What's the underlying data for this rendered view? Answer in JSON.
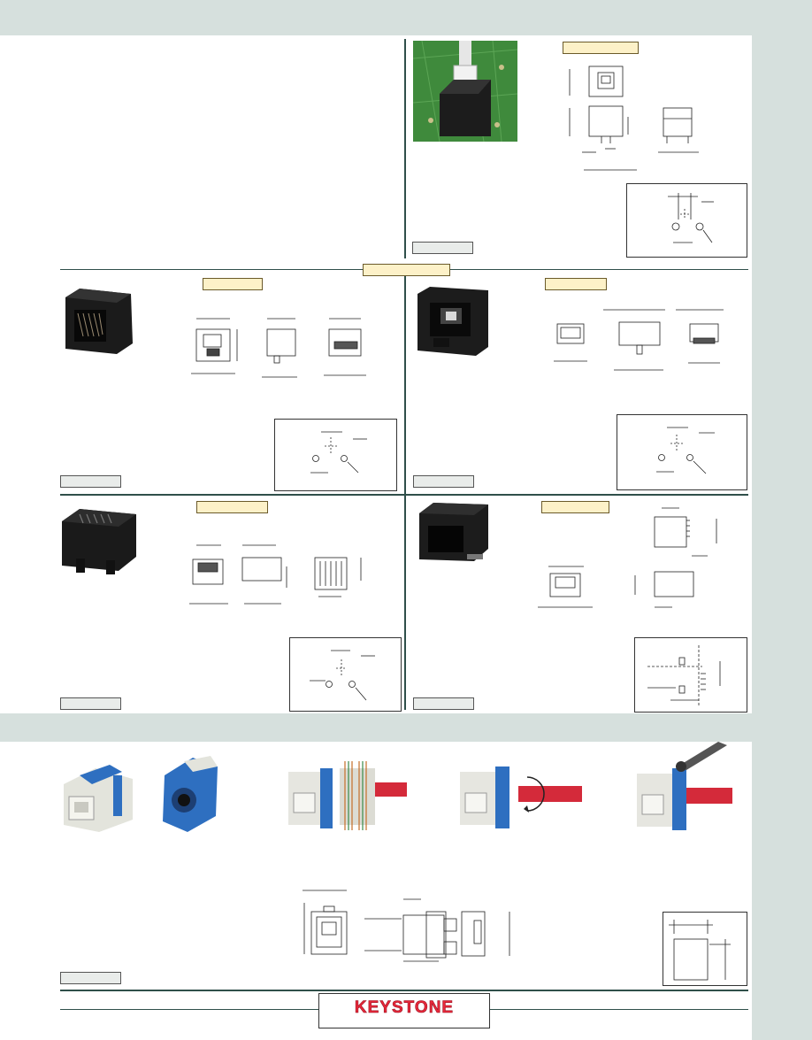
{
  "brand": {
    "logo_text": "KEYSTONE",
    "logo_color": "#e8283a"
  },
  "colors": {
    "band": "#d6e0dd",
    "rule": "#2f4f4a",
    "label_fill": "#fdf1c8",
    "pcb_green": "#3f8a3c",
    "jack_blue": "#2e6fc0",
    "cable_red": "#d42a3a"
  },
  "sections": [
    {
      "name": "top-row",
      "blocks": [
        "pcb-jack-photo",
        "jack-dimension-drawings",
        "pcb-layout"
      ]
    },
    {
      "name": "modular-jacks",
      "blocks": [
        "jack-a",
        "jack-b",
        "jack-c",
        "jack-d"
      ]
    },
    {
      "name": "keystone-jacks",
      "blocks": [
        "keystone-photos",
        "termination-steps",
        "panel-cutout"
      ]
    }
  ],
  "icons": [
    "rj-jack-front",
    "pcb-hole-pattern",
    "panel-cutout"
  ]
}
